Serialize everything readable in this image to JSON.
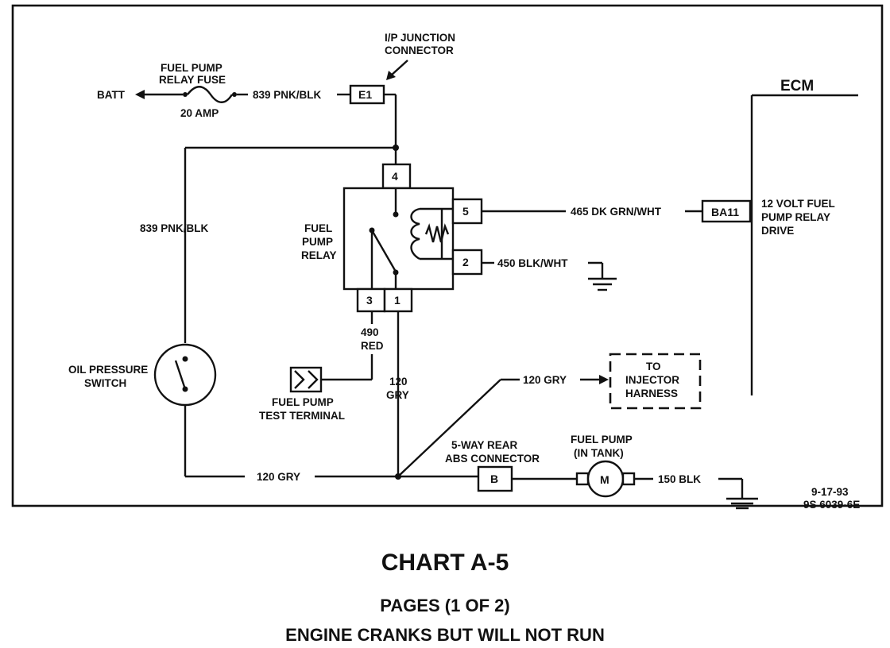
{
  "labels": {
    "ip_junction": [
      "I/P JUNCTION",
      "CONNECTOR"
    ],
    "fuse_name": [
      "FUEL PUMP",
      "RELAY FUSE"
    ],
    "batt": "BATT",
    "fuse_rating": "20 AMP",
    "wire_839_top": "839 PNK/BLK",
    "wire_839_left": "839 PNK/BLK",
    "e1": "E1",
    "ecm": "ECM",
    "pin4": "4",
    "pin5": "5",
    "pin2": "2",
    "pin3": "3",
    "pin1": "1",
    "relay": [
      "FUEL",
      "PUMP",
      "RELAY"
    ],
    "wire_465": "465 DK GRN/WHT",
    "ba11": "BA11",
    "relay_drive": [
      "12 VOLT FUEL",
      "PUMP RELAY",
      "DRIVE"
    ],
    "wire_450": "450 BLK/WHT",
    "wire_490": [
      "490",
      "RED"
    ],
    "oil_switch": [
      "OIL PRESSURE",
      "SWITCH"
    ],
    "test_terminal": [
      "FUEL PUMP",
      "TEST TERMINAL"
    ],
    "wire_120_center": [
      "120",
      "GRY"
    ],
    "wire_120_upper": "120 GRY",
    "injector": [
      "TO",
      "INJECTOR",
      "HARNESS"
    ],
    "abs_connector": [
      "5-WAY REAR",
      "ABS CONNECTOR"
    ],
    "fuel_pump": [
      "FUEL PUMP",
      "(IN TANK)"
    ],
    "motor": "M",
    "abs_pin": "B",
    "wire_120_bottom": "120 GRY",
    "wire_150": "150  BLK",
    "date": "9-17-93",
    "code": "9S 6039-6E"
  },
  "caption": {
    "title": "CHART A-5",
    "pages": "PAGES  (1 OF 2)",
    "subtitle": "ENGINE CRANKS BUT WILL NOT RUN"
  }
}
